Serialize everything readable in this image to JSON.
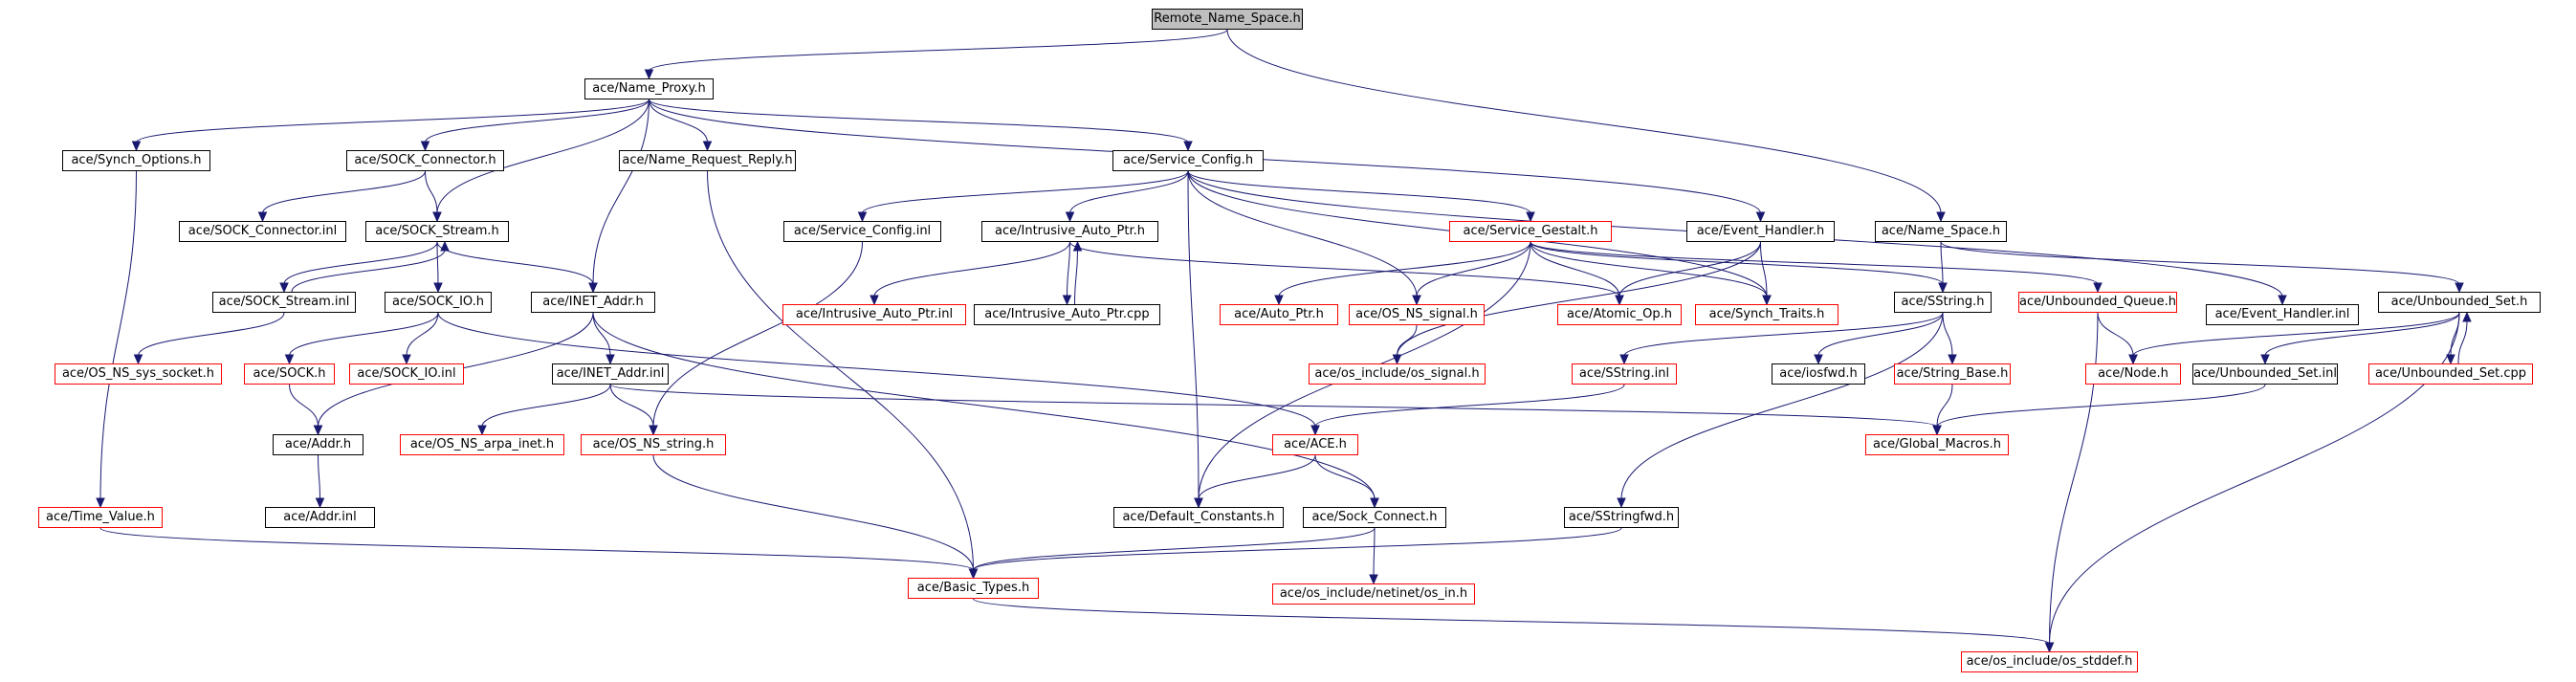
{
  "graph": {
    "nodes": [
      {
        "id": "root",
        "label": "Remote_Name_Space.h",
        "style": "root"
      },
      {
        "id": "nameproxy",
        "label": "ace/Name_Proxy.h",
        "style": "normal"
      },
      {
        "id": "synchopt",
        "label": "ace/Synch_Options.h",
        "style": "normal"
      },
      {
        "id": "sockconnh",
        "label": "ace/SOCK_Connector.h",
        "style": "normal"
      },
      {
        "id": "nrr",
        "label": "ace/Name_Request_Reply.h",
        "style": "normal"
      },
      {
        "id": "svcconf",
        "label": "ace/Service_Config.h",
        "style": "normal"
      },
      {
        "id": "sockconninl",
        "label": "ace/SOCK_Connector.inl",
        "style": "normal"
      },
      {
        "id": "sockstream",
        "label": "ace/SOCK_Stream.h",
        "style": "normal"
      },
      {
        "id": "svcconfinl",
        "label": "ace/Service_Config.inl",
        "style": "normal"
      },
      {
        "id": "iap",
        "label": "ace/Intrusive_Auto_Ptr.h",
        "style": "normal"
      },
      {
        "id": "svcgest",
        "label": "ace/Service_Gestalt.h",
        "style": "red"
      },
      {
        "id": "evth",
        "label": "ace/Event_Handler.h",
        "style": "normal"
      },
      {
        "id": "namespace",
        "label": "ace/Name_Space.h",
        "style": "normal"
      },
      {
        "id": "sockstreaminl",
        "label": "ace/SOCK_Stream.inl",
        "style": "normal"
      },
      {
        "id": "sockio",
        "label": "ace/SOCK_IO.h",
        "style": "normal"
      },
      {
        "id": "inetaddr",
        "label": "ace/INET_Addr.h",
        "style": "normal"
      },
      {
        "id": "iapinl",
        "label": "ace/Intrusive_Auto_Ptr.inl",
        "style": "red"
      },
      {
        "id": "iapcpp",
        "label": "ace/Intrusive_Auto_Ptr.cpp",
        "style": "normal"
      },
      {
        "id": "autoptr",
        "label": "ace/Auto_Ptr.h",
        "style": "red"
      },
      {
        "id": "osnssignal",
        "label": "ace/OS_NS_signal.h",
        "style": "red"
      },
      {
        "id": "atomicop",
        "label": "ace/Atomic_Op.h",
        "style": "red"
      },
      {
        "id": "synchtraits",
        "label": "ace/Synch_Traits.h",
        "style": "red"
      },
      {
        "id": "sstring",
        "label": "ace/SString.h",
        "style": "normal"
      },
      {
        "id": "unbq",
        "label": "ace/Unbounded_Queue.h",
        "style": "red"
      },
      {
        "id": "evthinl",
        "label": "ace/Event_Handler.inl",
        "style": "normal"
      },
      {
        "id": "unbset",
        "label": "ace/Unbounded_Set.h",
        "style": "normal"
      },
      {
        "id": "osnssyssock",
        "label": "ace/OS_NS_sys_socket.h",
        "style": "red"
      },
      {
        "id": "sockh",
        "label": "ace/SOCK.h",
        "style": "red"
      },
      {
        "id": "sockioinl",
        "label": "ace/SOCK_IO.inl",
        "style": "red"
      },
      {
        "id": "inetaddrinl",
        "label": "ace/INET_Addr.inl",
        "style": "normal"
      },
      {
        "id": "osincsignal",
        "label": "ace/os_include/os_signal.h",
        "style": "red"
      },
      {
        "id": "sstringinl",
        "label": "ace/SString.inl",
        "style": "red"
      },
      {
        "id": "iosfwd",
        "label": "ace/iosfwd.h",
        "style": "normal"
      },
      {
        "id": "stringbase",
        "label": "ace/String_Base.h",
        "style": "red"
      },
      {
        "id": "node",
        "label": "ace/Node.h",
        "style": "red"
      },
      {
        "id": "unbsetinl",
        "label": "ace/Unbounded_Set.inl",
        "style": "normal"
      },
      {
        "id": "unbsetcpp",
        "label": "ace/Unbounded_Set.cpp",
        "style": "red"
      },
      {
        "id": "addrh",
        "label": "ace/Addr.h",
        "style": "normal"
      },
      {
        "id": "osnsarpa",
        "label": "ace/OS_NS_arpa_inet.h",
        "style": "red"
      },
      {
        "id": "osnsstring",
        "label": "ace/OS_NS_string.h",
        "style": "red"
      },
      {
        "id": "aceh",
        "label": "ace/ACE.h",
        "style": "red"
      },
      {
        "id": "globalmacros",
        "label": "ace/Global_Macros.h",
        "style": "red"
      },
      {
        "id": "timevalue",
        "label": "ace/Time_Value.h",
        "style": "red"
      },
      {
        "id": "addrinl",
        "label": "ace/Addr.inl",
        "style": "normal"
      },
      {
        "id": "defconst",
        "label": "ace/Default_Constants.h",
        "style": "normal"
      },
      {
        "id": "sockconnect",
        "label": "ace/Sock_Connect.h",
        "style": "normal"
      },
      {
        "id": "sstringfwd",
        "label": "ace/SStringfwd.h",
        "style": "normal"
      },
      {
        "id": "basictypes",
        "label": "ace/Basic_Types.h",
        "style": "red"
      },
      {
        "id": "osinin",
        "label": "ace/os_include/netinet/os_in.h",
        "style": "red"
      },
      {
        "id": "osstddef",
        "label": "ace/os_include/os_stddef.h",
        "style": "red"
      }
    ],
    "edges": [
      [
        "root",
        "nameproxy"
      ],
      [
        "root",
        "namespace"
      ],
      [
        "nameproxy",
        "synchopt"
      ],
      [
        "nameproxy",
        "sockconnh"
      ],
      [
        "nameproxy",
        "sockstream"
      ],
      [
        "nameproxy",
        "inetaddr"
      ],
      [
        "nameproxy",
        "nrr"
      ],
      [
        "nameproxy",
        "svcconf"
      ],
      [
        "nameproxy",
        "evth"
      ],
      [
        "synchopt",
        "timevalue"
      ],
      [
        "sockconnh",
        "sockconninl"
      ],
      [
        "sockconnh",
        "sockstream"
      ],
      [
        "nrr",
        "basictypes"
      ],
      [
        "svcconf",
        "svcconfinl"
      ],
      [
        "svcconf",
        "iap"
      ],
      [
        "svcconf",
        "svcgest"
      ],
      [
        "svcconf",
        "osnssignal"
      ],
      [
        "svcconf",
        "synchtraits"
      ],
      [
        "svcconf",
        "defconst"
      ],
      [
        "svcconf",
        "evthinl"
      ],
      [
        "sockstream",
        "sockstreaminl"
      ],
      [
        "sockstream",
        "sockio"
      ],
      [
        "sockstream",
        "inetaddr"
      ],
      [
        "sockstreaminl",
        "sockstream"
      ],
      [
        "sockstreaminl",
        "osnssyssock"
      ],
      [
        "sockio",
        "sockh"
      ],
      [
        "sockio",
        "sockioinl"
      ],
      [
        "sockio",
        "aceh"
      ],
      [
        "inetaddr",
        "inetaddrinl"
      ],
      [
        "inetaddr",
        "addrh"
      ],
      [
        "inetaddr",
        "sockconnect"
      ],
      [
        "sockh",
        "addrh"
      ],
      [
        "addrh",
        "addrinl"
      ],
      [
        "inetaddrinl",
        "osnsarpa"
      ],
      [
        "inetaddrinl",
        "osnsstring"
      ],
      [
        "inetaddrinl",
        "globalmacros"
      ],
      [
        "svcconfinl",
        "osnsstring"
      ],
      [
        "iap",
        "iapinl"
      ],
      [
        "iap",
        "iapcpp"
      ],
      [
        "iap",
        "atomicop"
      ],
      [
        "iapcpp",
        "iap"
      ],
      [
        "svcgest",
        "autoptr"
      ],
      [
        "svcgest",
        "osnssignal"
      ],
      [
        "svcgest",
        "atomicop"
      ],
      [
        "svcgest",
        "synchtraits"
      ],
      [
        "svcgest",
        "sstring"
      ],
      [
        "svcgest",
        "unbq"
      ],
      [
        "svcgest",
        "defconst"
      ],
      [
        "evth",
        "atomicop"
      ],
      [
        "evth",
        "synchtraits"
      ],
      [
        "evth",
        "osincsignal"
      ],
      [
        "namespace",
        "sstring"
      ],
      [
        "namespace",
        "unbset"
      ],
      [
        "osnssignal",
        "osincsignal"
      ],
      [
        "sstring",
        "sstringinl"
      ],
      [
        "sstring",
        "iosfwd"
      ],
      [
        "sstring",
        "stringbase"
      ],
      [
        "sstring",
        "sstringfwd"
      ],
      [
        "sstringinl",
        "aceh"
      ],
      [
        "stringbase",
        "globalmacros"
      ],
      [
        "unbq",
        "node"
      ],
      [
        "unbq",
        "osstddef"
      ],
      [
        "unbset",
        "node"
      ],
      [
        "unbset",
        "unbsetinl"
      ],
      [
        "unbset",
        "unbsetcpp"
      ],
      [
        "unbset",
        "osstddef"
      ],
      [
        "unbsetcpp",
        "unbset"
      ],
      [
        "unbsetinl",
        "globalmacros"
      ],
      [
        "aceh",
        "defconst"
      ],
      [
        "aceh",
        "sockconnect"
      ],
      [
        "sockconnect",
        "basictypes"
      ],
      [
        "sockconnect",
        "osinin"
      ],
      [
        "osnsstring",
        "basictypes"
      ],
      [
        "timevalue",
        "basictypes"
      ],
      [
        "sstringfwd",
        "basictypes"
      ],
      [
        "basictypes",
        "osstddef"
      ]
    ]
  }
}
